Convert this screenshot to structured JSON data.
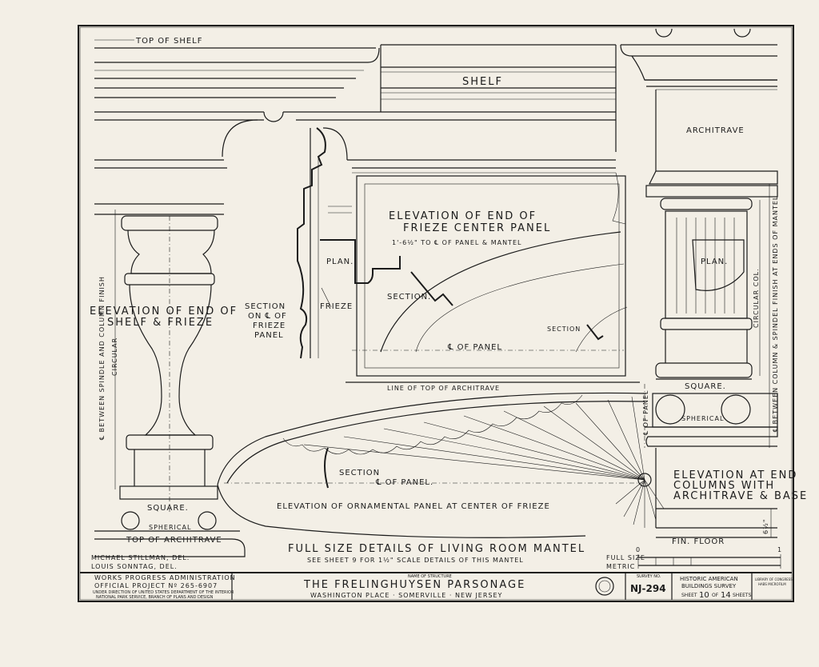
{
  "labels": {
    "top_of_shelf": "TOP OF SHELF",
    "shelf": "SHELF",
    "architrave": "ARCHITRAVE",
    "elev_end_frieze_1": "ELEVATION OF END OF",
    "elev_end_frieze_2": "FRIEZE CENTER PANEL",
    "dim_panel_mantel": "1'-6½\" TO ℄ OF PANEL & MANTEL",
    "plan": "PLAN.",
    "section": "SECTION.",
    "section_plain": "SECTION",
    "plan_col": "PLAN.",
    "section_cl_1": "SECTION",
    "section_cl_2": "ON ℄ OF",
    "section_cl_3": "FRIEZE",
    "section_cl_4": "PANEL",
    "frieze": "FRIEZE",
    "cl_of_panel": "℄ OF PANEL",
    "line_top_architrave": "LINE OF TOP OF ARCHITRAVE",
    "elev_end_shelf_1": "ELEVATION OF END OF",
    "elev_end_shelf_2": "SHELF & FRIEZE",
    "cl_spindle": "℄ BETWEEN SPINDLE AND COLUMN FINISH",
    "circular": "CIRCULAR",
    "circular_col": "CIRCULAR COL.",
    "cl_column_spindel": "℄ BETWEEN COLUMN & SPINDEL FINISH AT ENDS OF MANTEL",
    "square_left": "SQUARE.",
    "spherical_left": "SPHERICAL",
    "top_of_architrave": "TOP OF ARCHITRAVE",
    "square_right": "SQUARE.",
    "spherical_right": "SPHERICAL",
    "cl_of_panel_vert": "℄ OF PANEL",
    "section_ornamental": "SECTION",
    "cl_of_panel_2": "℄ OF PANEL.",
    "elev_ornamental": "ELEVATION OF ORNAMENTAL PANEL AT CENTER OF FRIEZE",
    "elev_end_columns_1": "ELEVATION AT END",
    "elev_end_columns_2": "COLUMNS WITH",
    "elev_end_columns_3": "ARCHITRAVE & BASE",
    "dim_6_half": "6½\"",
    "fin_floor": "FIN. FLOOR",
    "main_title": "FULL SIZE DETAILS OF LIVING ROOM MANTEL",
    "sub_title": "SEE SHEET 9 FOR 1½\" SCALE DETAILS OF THIS MANTEL",
    "delineator_1": "MICHAEL STILLMAN, DEL.",
    "delineator_2": "LOUIS SONNTAG, DEL."
  },
  "scale": {
    "full_size": "FULL SIZE",
    "metric": "METRIC",
    "tick_0": "0",
    "tick_1": "1"
  },
  "title_block": {
    "agency_1": "WORKS PROGRESS ADMINISTRATION",
    "agency_2": "OFFICIAL PROJECT Nº 265-6907",
    "agency_3": "UNDER DIRECTION OF UNITED STATES DEPARTMENT OF THE INTERIOR",
    "agency_4": "NATIONAL PARK SERVICE, BRANCH OF PLANS AND DESIGN",
    "name_caption": "NAME OF STRUCTURE",
    "structure_name": "THE FRELINGHUYSEN PARSONAGE",
    "location": "WASHINGTON PLACE · SOMERVILLE · NEW JERSEY",
    "survey_caption": "SURVEY NO.",
    "survey_no": "NJ-294",
    "habs_1": "HISTORIC AMERICAN",
    "habs_2": "BUILDINGS SURVEY",
    "sheet_label": "SHEET",
    "sheet_no": "10",
    "sheet_of": "OF",
    "sheet_total": "14",
    "sheets": "SHEETS",
    "loc_1": "LIBRARY OF CONGRESS",
    "loc_2": "HABS MICROFILM"
  }
}
